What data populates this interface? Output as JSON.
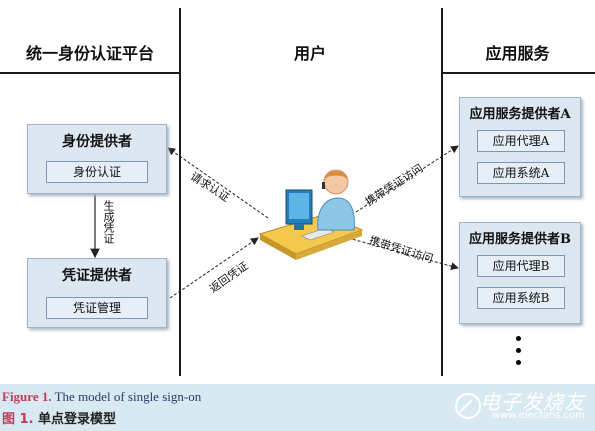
{
  "columns": {
    "left": "统一身份认证平台",
    "middle": "用户",
    "right": "应用服务"
  },
  "identity_provider": {
    "title": "身份提供者",
    "item": "身份认证"
  },
  "credential_provider": {
    "title": "凭证提供者",
    "item": "凭证管理"
  },
  "generate_label": "生成凭证",
  "request_auth_label": "请求认证",
  "return_credential_label": "返回凭证",
  "carry_credential_label_a": "携带凭证访问",
  "carry_credential_label_b": "携带凭证访问",
  "provider_a": {
    "title": "应用服务提供者A",
    "items": [
      "应用代理A",
      "应用系统A"
    ]
  },
  "provider_b": {
    "title": "应用服务提供者B",
    "items": [
      "应用代理B",
      "应用系统B"
    ]
  },
  "more": "⋮",
  "caption": {
    "en_prefix": "Figure 1.",
    "en_text": "The model of single sign-on",
    "zh_prefix": "图 1.",
    "zh_text": "单点登录模型"
  },
  "watermark": {
    "brand": "电子发烧友",
    "url": "www.elecfans.com"
  },
  "colors": {
    "box_fill": "#dde7f2",
    "caption_bg": "#d9e9f2",
    "caption_accent": "#c23b5a"
  }
}
